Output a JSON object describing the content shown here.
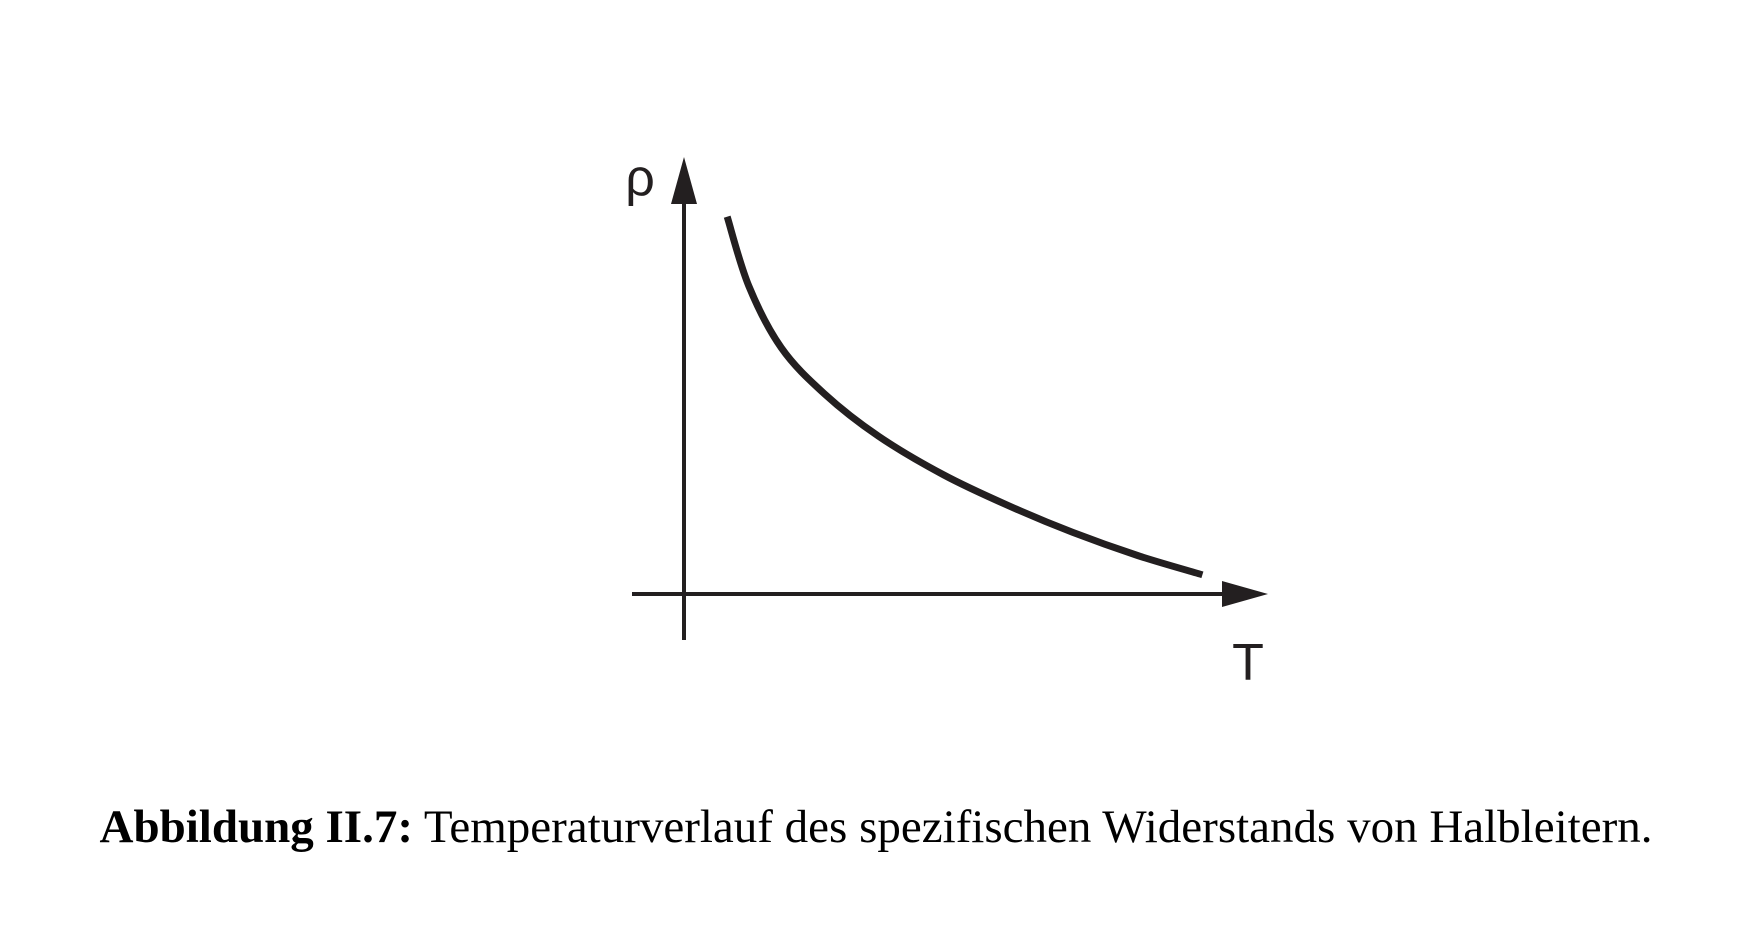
{
  "chart_data": {
    "type": "line",
    "title": "",
    "xlabel": "T",
    "ylabel": "ρ",
    "xlim": [
      0,
      1
    ],
    "ylim": [
      0,
      1
    ],
    "grid": false,
    "legend": "none",
    "series": [
      {
        "color": "#231f20",
        "x": [
          0.08,
          0.12,
          0.18,
          0.26,
          0.36,
          0.48,
          0.6,
          0.72,
          0.84,
          0.96
        ],
        "y": [
          0.98,
          0.8,
          0.64,
          0.52,
          0.41,
          0.31,
          0.23,
          0.16,
          0.1,
          0.05
        ]
      }
    ]
  },
  "caption": {
    "label": "Abbildung II.7:",
    "text": " Temperaturverlauf des spezifischen Widerstands von Halbleitern."
  },
  "colors": {
    "ink": "#231f20"
  }
}
